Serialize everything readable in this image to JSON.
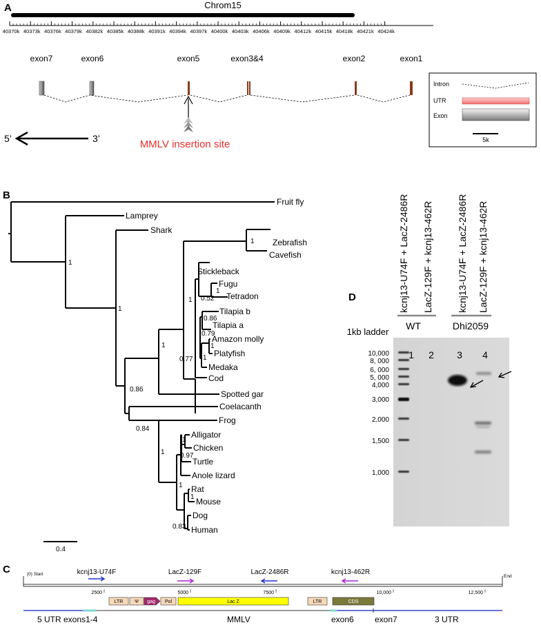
{
  "panelA": {
    "label": "A",
    "chrom_title": "Chrom15",
    "ticks": [
      "40370k",
      "40373k",
      "40376k",
      "40379k",
      "40382k",
      "40385k",
      "40388k",
      "40391k",
      "40394k",
      "40397k",
      "40400k",
      "40403k",
      "40406k",
      "40409k",
      "40412k",
      "40415k",
      "40418k",
      "40421k",
      "40424k"
    ],
    "exons": [
      "exon7",
      "exon6",
      "exon5",
      "exon3&4",
      "exon2",
      "exon1"
    ],
    "five_prime": "5’",
    "three_prime": "3’",
    "insertion_label": "MMLV insertion site",
    "insertion_color": "#e8302c",
    "legend": {
      "intron": "Intron",
      "utr": "UTR",
      "exon": "Exon",
      "scale": "5k"
    }
  },
  "panelB": {
    "label": "B",
    "taxa": [
      "Fruit fly",
      "Lamprey",
      "Shark",
      "Zebrafish",
      "Cavefish",
      "Stickleback",
      "Fugu",
      "Tetradon",
      "Tilapia b",
      "Tilapia a",
      "Amazon molly",
      "Platyfish",
      "Medaka",
      "Cod",
      "Spotted gar",
      "Coelacanth",
      "Frog",
      "Alligator",
      "Chicken",
      "Turtle",
      "Anole lizard",
      "Rat",
      "Mouse",
      "Dog",
      "Human"
    ],
    "support": [
      "1",
      "1",
      "1",
      "1",
      "0.52",
      "1",
      "0.86",
      "0.79",
      "1",
      "1",
      "0.77",
      "1",
      "0.86",
      "0.84",
      "1",
      "1",
      "0.97",
      "1",
      "1",
      "0.83"
    ],
    "scale": "0.4"
  },
  "panelD": {
    "label": "D",
    "primers": [
      "kcnj13-U74F + LacZ-2486R",
      "LacZ-129F + kcnj13-462R",
      "kcnj13-U74F + LacZ-2486R",
      "LacZ-129F + kcnj13-462R"
    ],
    "groups": [
      "WT",
      "Dhi2059"
    ],
    "ladder_label": "1kb ladder",
    "ladder_sizes": [
      "10,000",
      "8, 000",
      "6, 000",
      "5, 000",
      "4,000",
      "3,000",
      "2,000",
      "1,500",
      "1,000"
    ],
    "lanes": [
      "1",
      "2",
      "3",
      "4"
    ]
  },
  "panelC": {
    "label": "C",
    "start": "(0) Start",
    "end": "End",
    "coords": [
      "2500",
      "5000",
      "7500",
      "10,000",
      "12,500"
    ],
    "primers": [
      "kcnj13-U74F",
      "LacZ-129F",
      "LacZ-2486R",
      "kcnj13-462R"
    ],
    "features": [
      "LTR",
      "Ψ",
      "gag",
      "Pol",
      "Lac Z",
      "LTR",
      "CDS"
    ],
    "regions": [
      "5 UTR exons1-4",
      "MMLV",
      "exon6",
      "exon7",
      "3 UTR"
    ]
  }
}
